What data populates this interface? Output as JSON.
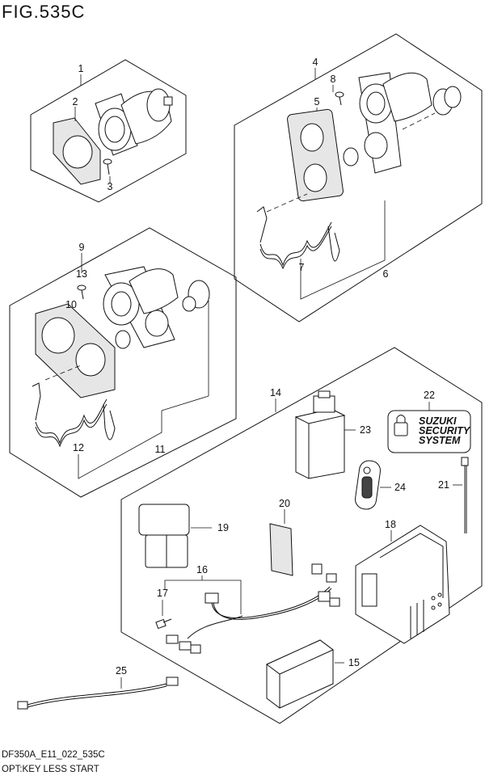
{
  "figure_title": "FIG.535C",
  "footer": {
    "code": "DF350A_E11_022_535C",
    "caption": "OPT:KEY LESS START"
  },
  "security_label": {
    "line1": "SUZUKI",
    "line2": "SECURITY",
    "line3": "SYSTEM"
  },
  "callouts": {
    "c1": "1",
    "c2": "2",
    "c3": "3",
    "c4": "4",
    "c5": "5",
    "c6": "6",
    "c7": "7",
    "c8": "8",
    "c9": "9",
    "c10": "10",
    "c11": "11",
    "c12": "12",
    "c13": "13",
    "c14": "14",
    "c15": "15",
    "c16": "16",
    "c17": "17",
    "c18": "18",
    "c19": "19",
    "c20": "20",
    "c21": "21",
    "c22": "22",
    "c23": "23",
    "c24": "24",
    "c25": "25"
  }
}
